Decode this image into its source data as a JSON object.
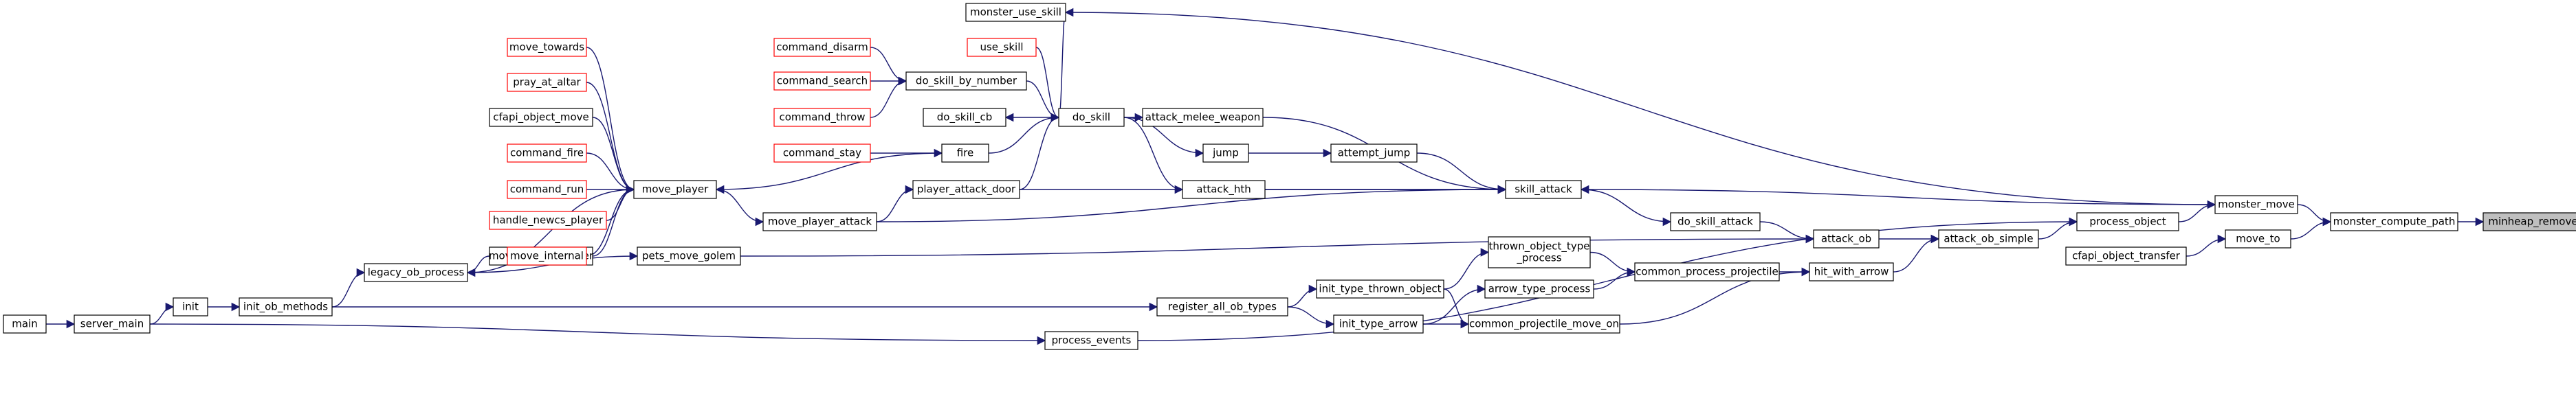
{
  "graph_colors": {
    "edge": "#191970",
    "node_border": "#000000",
    "node_border_truncated": "#ff0000",
    "root_fill": "#bfbfbf",
    "node_fill": "#ffffff"
  },
  "nodes": [
    {
      "id": "minheap_remove",
      "label": "minheap_remove",
      "style": "root"
    },
    {
      "id": "monster_compute_path",
      "label": "monster_compute_path",
      "style": "normal"
    },
    {
      "id": "monster_move",
      "label": "monster_move",
      "style": "normal"
    },
    {
      "id": "move_to",
      "label": "move_to",
      "style": "normal"
    },
    {
      "id": "cfapi_object_transfer",
      "label": "cfapi_object_transfer",
      "style": "normal"
    },
    {
      "id": "process_object",
      "label": "process_object",
      "style": "normal"
    },
    {
      "id": "monster_use_skill",
      "label": "monster_use_skill",
      "style": "normal"
    },
    {
      "id": "skill_attack",
      "label": "skill_attack",
      "style": "normal"
    },
    {
      "id": "attack_ob_simple",
      "label": "attack_ob_simple",
      "style": "normal"
    },
    {
      "id": "attack_ob",
      "label": "attack_ob",
      "style": "normal"
    },
    {
      "id": "do_skill_attack",
      "label": "do_skill_attack",
      "style": "normal"
    },
    {
      "id": "hit_with_arrow",
      "label": "hit_with_arrow",
      "style": "normal"
    },
    {
      "id": "common_process_projectile",
      "label": "common_process_projectile",
      "style": "normal"
    },
    {
      "id": "thrown_object_type_process",
      "label": "thrown_object_type\n_process",
      "style": "normal"
    },
    {
      "id": "arrow_type_process",
      "label": "arrow_type_process",
      "style": "normal"
    },
    {
      "id": "common_projectile_move_on",
      "label": "common_projectile_move_on",
      "style": "normal"
    },
    {
      "id": "init_type_thrown_object",
      "label": "init_type_thrown_object",
      "style": "normal"
    },
    {
      "id": "init_type_arrow",
      "label": "init_type_arrow",
      "style": "normal"
    },
    {
      "id": "register_all_ob_types",
      "label": "register_all_ob_types",
      "style": "normal"
    },
    {
      "id": "init_ob_methods",
      "label": "init_ob_methods",
      "style": "normal"
    },
    {
      "id": "init",
      "label": "init",
      "style": "normal"
    },
    {
      "id": "server_main",
      "label": "server_main",
      "style": "normal"
    },
    {
      "id": "main",
      "label": "main",
      "style": "normal"
    },
    {
      "id": "process_events",
      "label": "process_events",
      "style": "normal"
    },
    {
      "id": "pets_move_golem",
      "label": "pets_move_golem",
      "style": "normal"
    },
    {
      "id": "legacy_ob_process",
      "label": "legacy_ob_process",
      "style": "normal"
    },
    {
      "id": "move_player_mover",
      "label": "move_player_mover",
      "style": "normal"
    },
    {
      "id": "move_player_attack",
      "label": "move_player_attack",
      "style": "normal"
    },
    {
      "id": "player_attack_door",
      "label": "player_attack_door",
      "style": "normal"
    },
    {
      "id": "move_player",
      "label": "move_player",
      "style": "normal"
    },
    {
      "id": "attack_melee_weapon",
      "label": "attack_melee_weapon",
      "style": "normal"
    },
    {
      "id": "attempt_jump",
      "label": "attempt_jump",
      "style": "normal"
    },
    {
      "id": "jump",
      "label": "jump",
      "style": "normal"
    },
    {
      "id": "attack_hth",
      "label": "attack_hth",
      "style": "normal"
    },
    {
      "id": "do_skill",
      "label": "do_skill",
      "style": "normal"
    },
    {
      "id": "do_skill_cb",
      "label": "do_skill_cb",
      "style": "normal"
    },
    {
      "id": "do_skill_by_number",
      "label": "do_skill_by_number",
      "style": "normal"
    },
    {
      "id": "fire",
      "label": "fire",
      "style": "normal"
    },
    {
      "id": "use_skill",
      "label": "use_skill",
      "style": "truncated"
    },
    {
      "id": "command_disarm",
      "label": "command_disarm",
      "style": "truncated"
    },
    {
      "id": "command_search",
      "label": "command_search",
      "style": "truncated"
    },
    {
      "id": "command_throw",
      "label": "command_throw",
      "style": "truncated"
    },
    {
      "id": "command_stay",
      "label": "command_stay",
      "style": "truncated"
    },
    {
      "id": "move_towards",
      "label": "move_towards",
      "style": "truncated"
    },
    {
      "id": "pray_at_altar",
      "label": "pray_at_altar",
      "style": "truncated"
    },
    {
      "id": "cfapi_object_move",
      "label": "cfapi_object_move",
      "style": "normal"
    },
    {
      "id": "command_fire",
      "label": "command_fire",
      "style": "truncated"
    },
    {
      "id": "command_run",
      "label": "command_run",
      "style": "truncated"
    },
    {
      "id": "handle_newcs_player",
      "label": "handle_newcs_player",
      "style": "truncated"
    },
    {
      "id": "move_internal",
      "label": "move_internal",
      "style": "truncated"
    }
  ]
}
